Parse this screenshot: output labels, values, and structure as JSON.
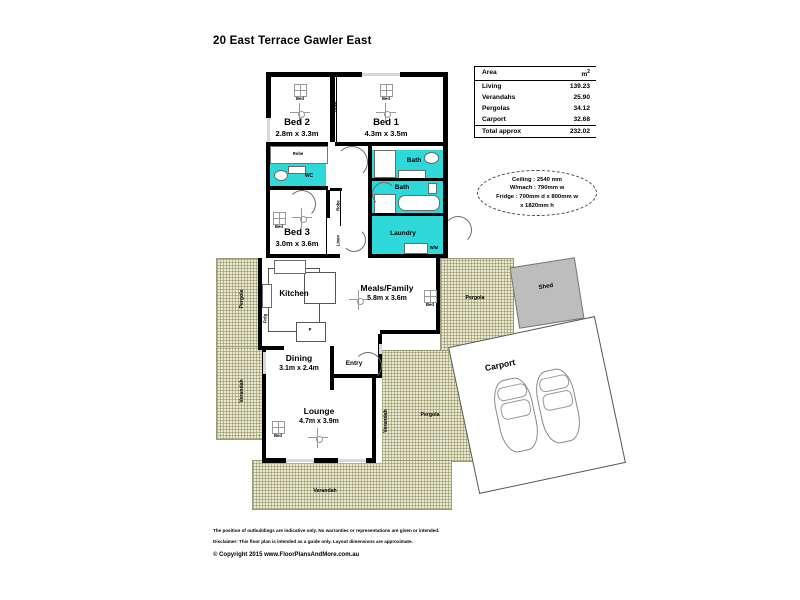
{
  "page_title": "20 East Terrace Gawler East",
  "area_table": {
    "header": {
      "label": "Area",
      "unit": "m",
      "unit_sup": "2"
    },
    "rows": [
      {
        "label": "Living",
        "value": "139.23"
      },
      {
        "label": "Verandahs",
        "value": "25.90"
      },
      {
        "label": "Pergolas",
        "value": "34.12"
      },
      {
        "label": "Carport",
        "value": "32.68"
      }
    ],
    "total": {
      "label": "Total approx",
      "value": "232.02"
    }
  },
  "spec_oval": {
    "lines": [
      "Ceiling : 2540 mm",
      "W/mach : 790mm w",
      "Fridge : 700mm d x 800mm w",
      "x 1820mm h"
    ]
  },
  "rooms": [
    {
      "name": "Bed 2",
      "dim": "2.8m x 3.3m"
    },
    {
      "name": "Bed 1",
      "dim": "4.3m x 3.5m"
    },
    {
      "name": "Bed 3",
      "dim": "3.0m x 3.6m"
    },
    {
      "name": "Meals/Family",
      "dim": "5.8m x 3.6m"
    },
    {
      "name": "Dining",
      "dim": "3.1m x 2.4m"
    },
    {
      "name": "Lounge",
      "dim": "4.7m x 3.9m"
    },
    {
      "name": "Kitchen",
      "dim": ""
    },
    {
      "name": "Entry",
      "dim": ""
    },
    {
      "name": "Laundry",
      "dim": ""
    },
    {
      "name": "Bath",
      "dim": ""
    },
    {
      "name": "Carport",
      "dim": ""
    },
    {
      "name": "Shed",
      "dim": ""
    }
  ],
  "labels": {
    "bed2": "Bed 2",
    "bed2_dim": "2.8m x 3.3m",
    "bed1": "Bed 1",
    "bed1_dim": "4.3m x 3.5m",
    "bed3": "Bed 3",
    "bed3_dim": "3.0m x 3.6m",
    "meals": "Meals/Family",
    "meals_dim": "5.8m x 3.6m",
    "dining": "Dining",
    "dining_dim": "3.1m x 2.4m",
    "lounge": "Lounge",
    "lounge_dim": "4.7m x 3.9m",
    "kitchen": "Kitchen",
    "entry": "Entry",
    "laundry": "Laundry",
    "bath_upper": "Bath",
    "bath_lower": "Bath",
    "wc": "WC",
    "robe_bed2_v": "Robe",
    "robe_bed2_h": "Robe",
    "robe_mid": "Robe",
    "robe_hall": "Robe",
    "linen": "Linen",
    "pergola_left": "Pergola",
    "pergola_right": "Pergola",
    "pergola_far": "Pergola",
    "verandah_left": "Verandah",
    "verandah_right": "Verandah",
    "verandah_bottom": "Verandah",
    "carport": "Carport",
    "shed": "Shed",
    "bed_tag_1": "Bed",
    "bed_tag_2": "Bed",
    "bed_tag_3": "Bed",
    "bed_tag_4": "Bed",
    "bed_tag_5": "Bed",
    "fridge_tag": "Frdg",
    "wm_tag": "W/M",
    "p_tag": "P"
  },
  "footer": {
    "line1": "The position of outbuildings are indicative only.  No warranties or representations are given or intended.",
    "line2": "Disclaimer: This floor plan is intended as a guide only.  Layout dimensions are approximate.",
    "copyright": "© Copyright 2015 www.FloorPlansAndMore.com.au"
  },
  "colors": {
    "wet_area": "#2fd9d9",
    "hatch_fill": "#e9e9d4",
    "hatch_line": "#8c8c5a",
    "shed_fill": "#bdbdbd",
    "wall": "#000000",
    "page_bg": "#ffffff"
  }
}
